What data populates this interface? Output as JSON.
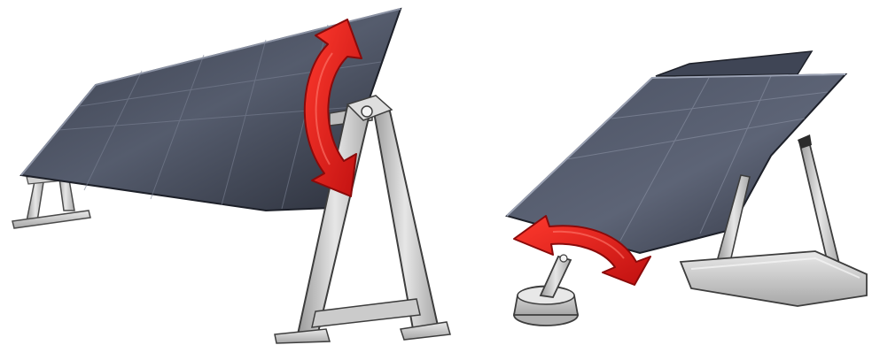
{
  "colors": {
    "background": "#ffffff",
    "panel_dark": "#2b2f3a",
    "panel_mid": "#4a5061",
    "panel_light": "#6b7283",
    "panel_grid": "#7f8696",
    "frame_light": "#d9d9d9",
    "frame_mid": "#b5b5b5",
    "frame_dark": "#8c8c8c",
    "outline": "#3a3a3a",
    "arrow_red": "#e11b1b",
    "arrow_dark_red": "#a40f0f"
  },
  "illustrations": [
    {
      "id": "tilt",
      "icon": "tilt-rotation-arrow-icon",
      "mount": "a-frame-stand"
    },
    {
      "id": "rotate",
      "icon": "horizontal-rotation-arrow-icon",
      "mount": "pivot-base-stand"
    }
  ]
}
